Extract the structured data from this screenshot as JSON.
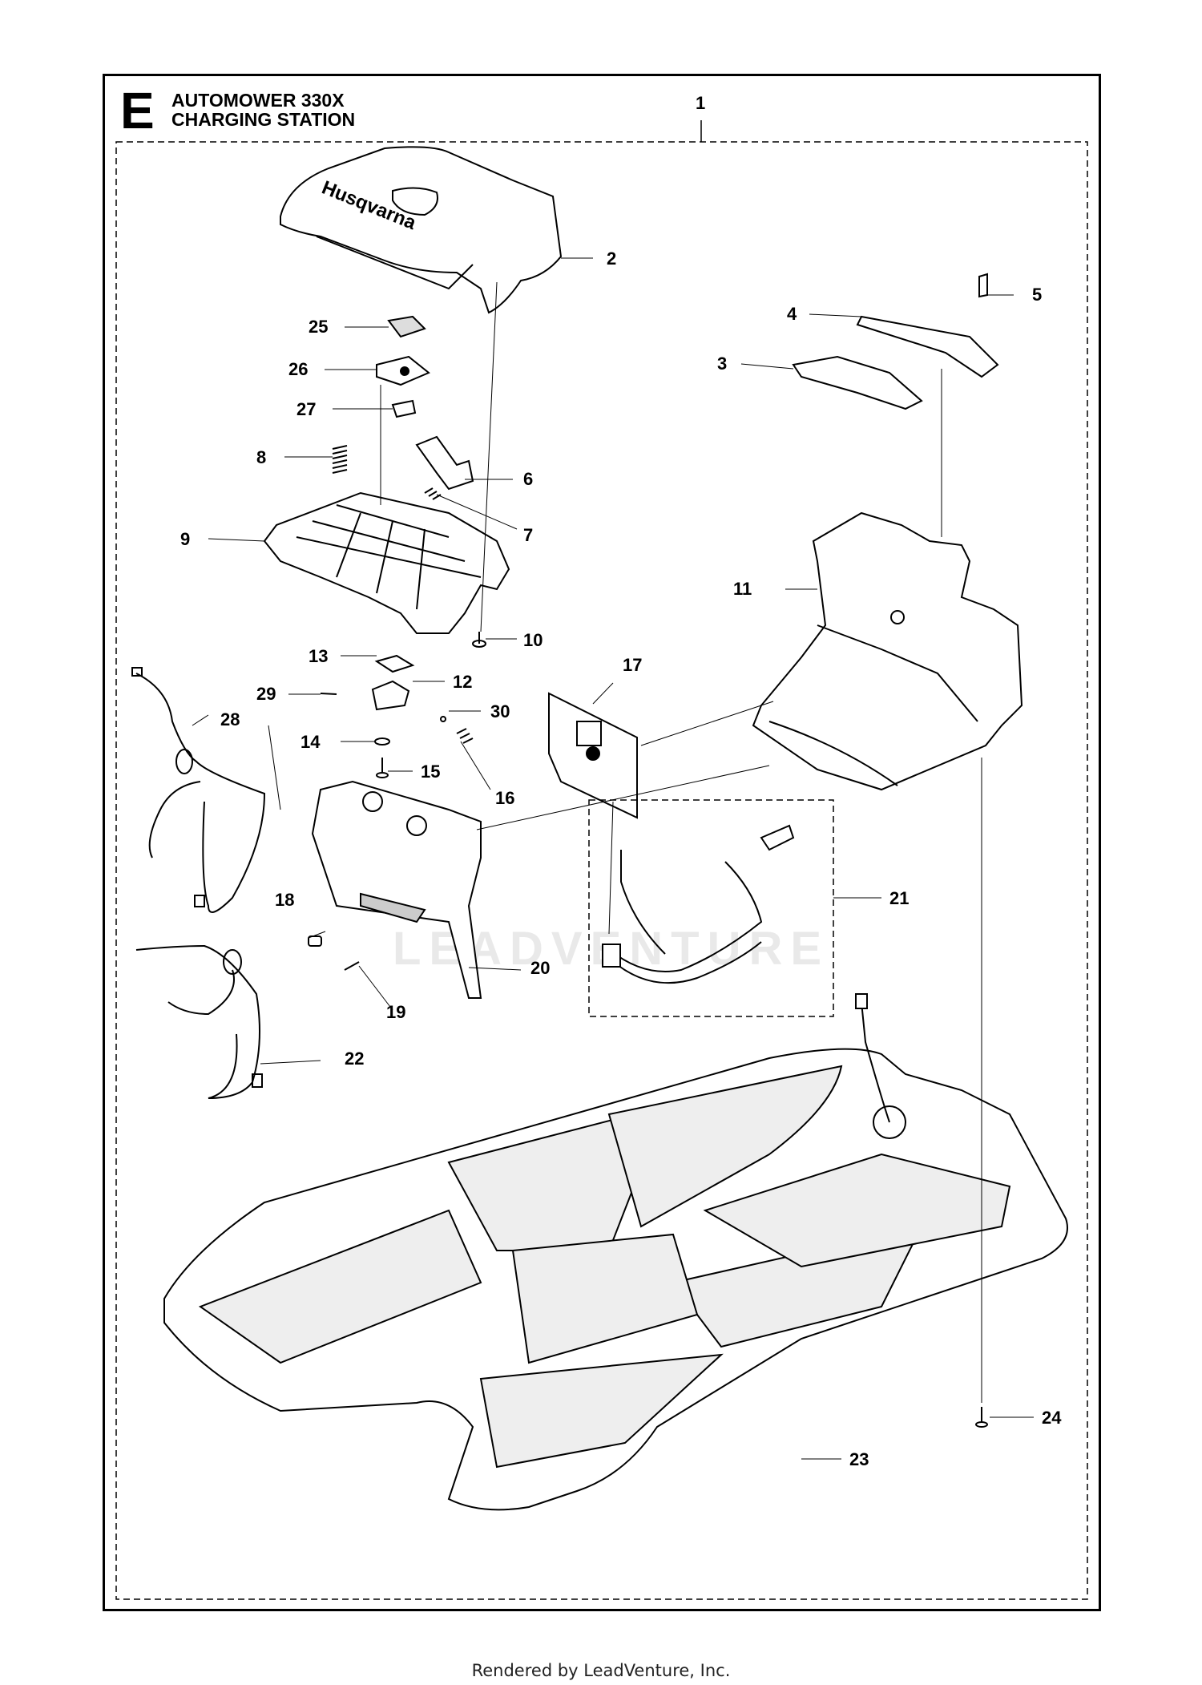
{
  "header": {
    "section_letter": "E",
    "title_line1": "AUTOMOWER 330X",
    "title_line2": "CHARGING STATION"
  },
  "watermark": "LEADVENTURE",
  "footer": "Rendered by LeadVenture, Inc.",
  "callouts": [
    "1",
    "2",
    "3",
    "4",
    "5",
    "6",
    "7",
    "8",
    "9",
    "10",
    "11",
    "12",
    "13",
    "14",
    "15",
    "16",
    "17",
    "18",
    "19",
    "20",
    "21",
    "22",
    "23",
    "24",
    "25",
    "26",
    "27",
    "28",
    "29",
    "30"
  ],
  "colors": {
    "line": "#000000",
    "frame": "#000000",
    "watermark": "#e9e9e9"
  },
  "icons": {
    "brand_mark_on_cover": "husqvarna-logo"
  }
}
